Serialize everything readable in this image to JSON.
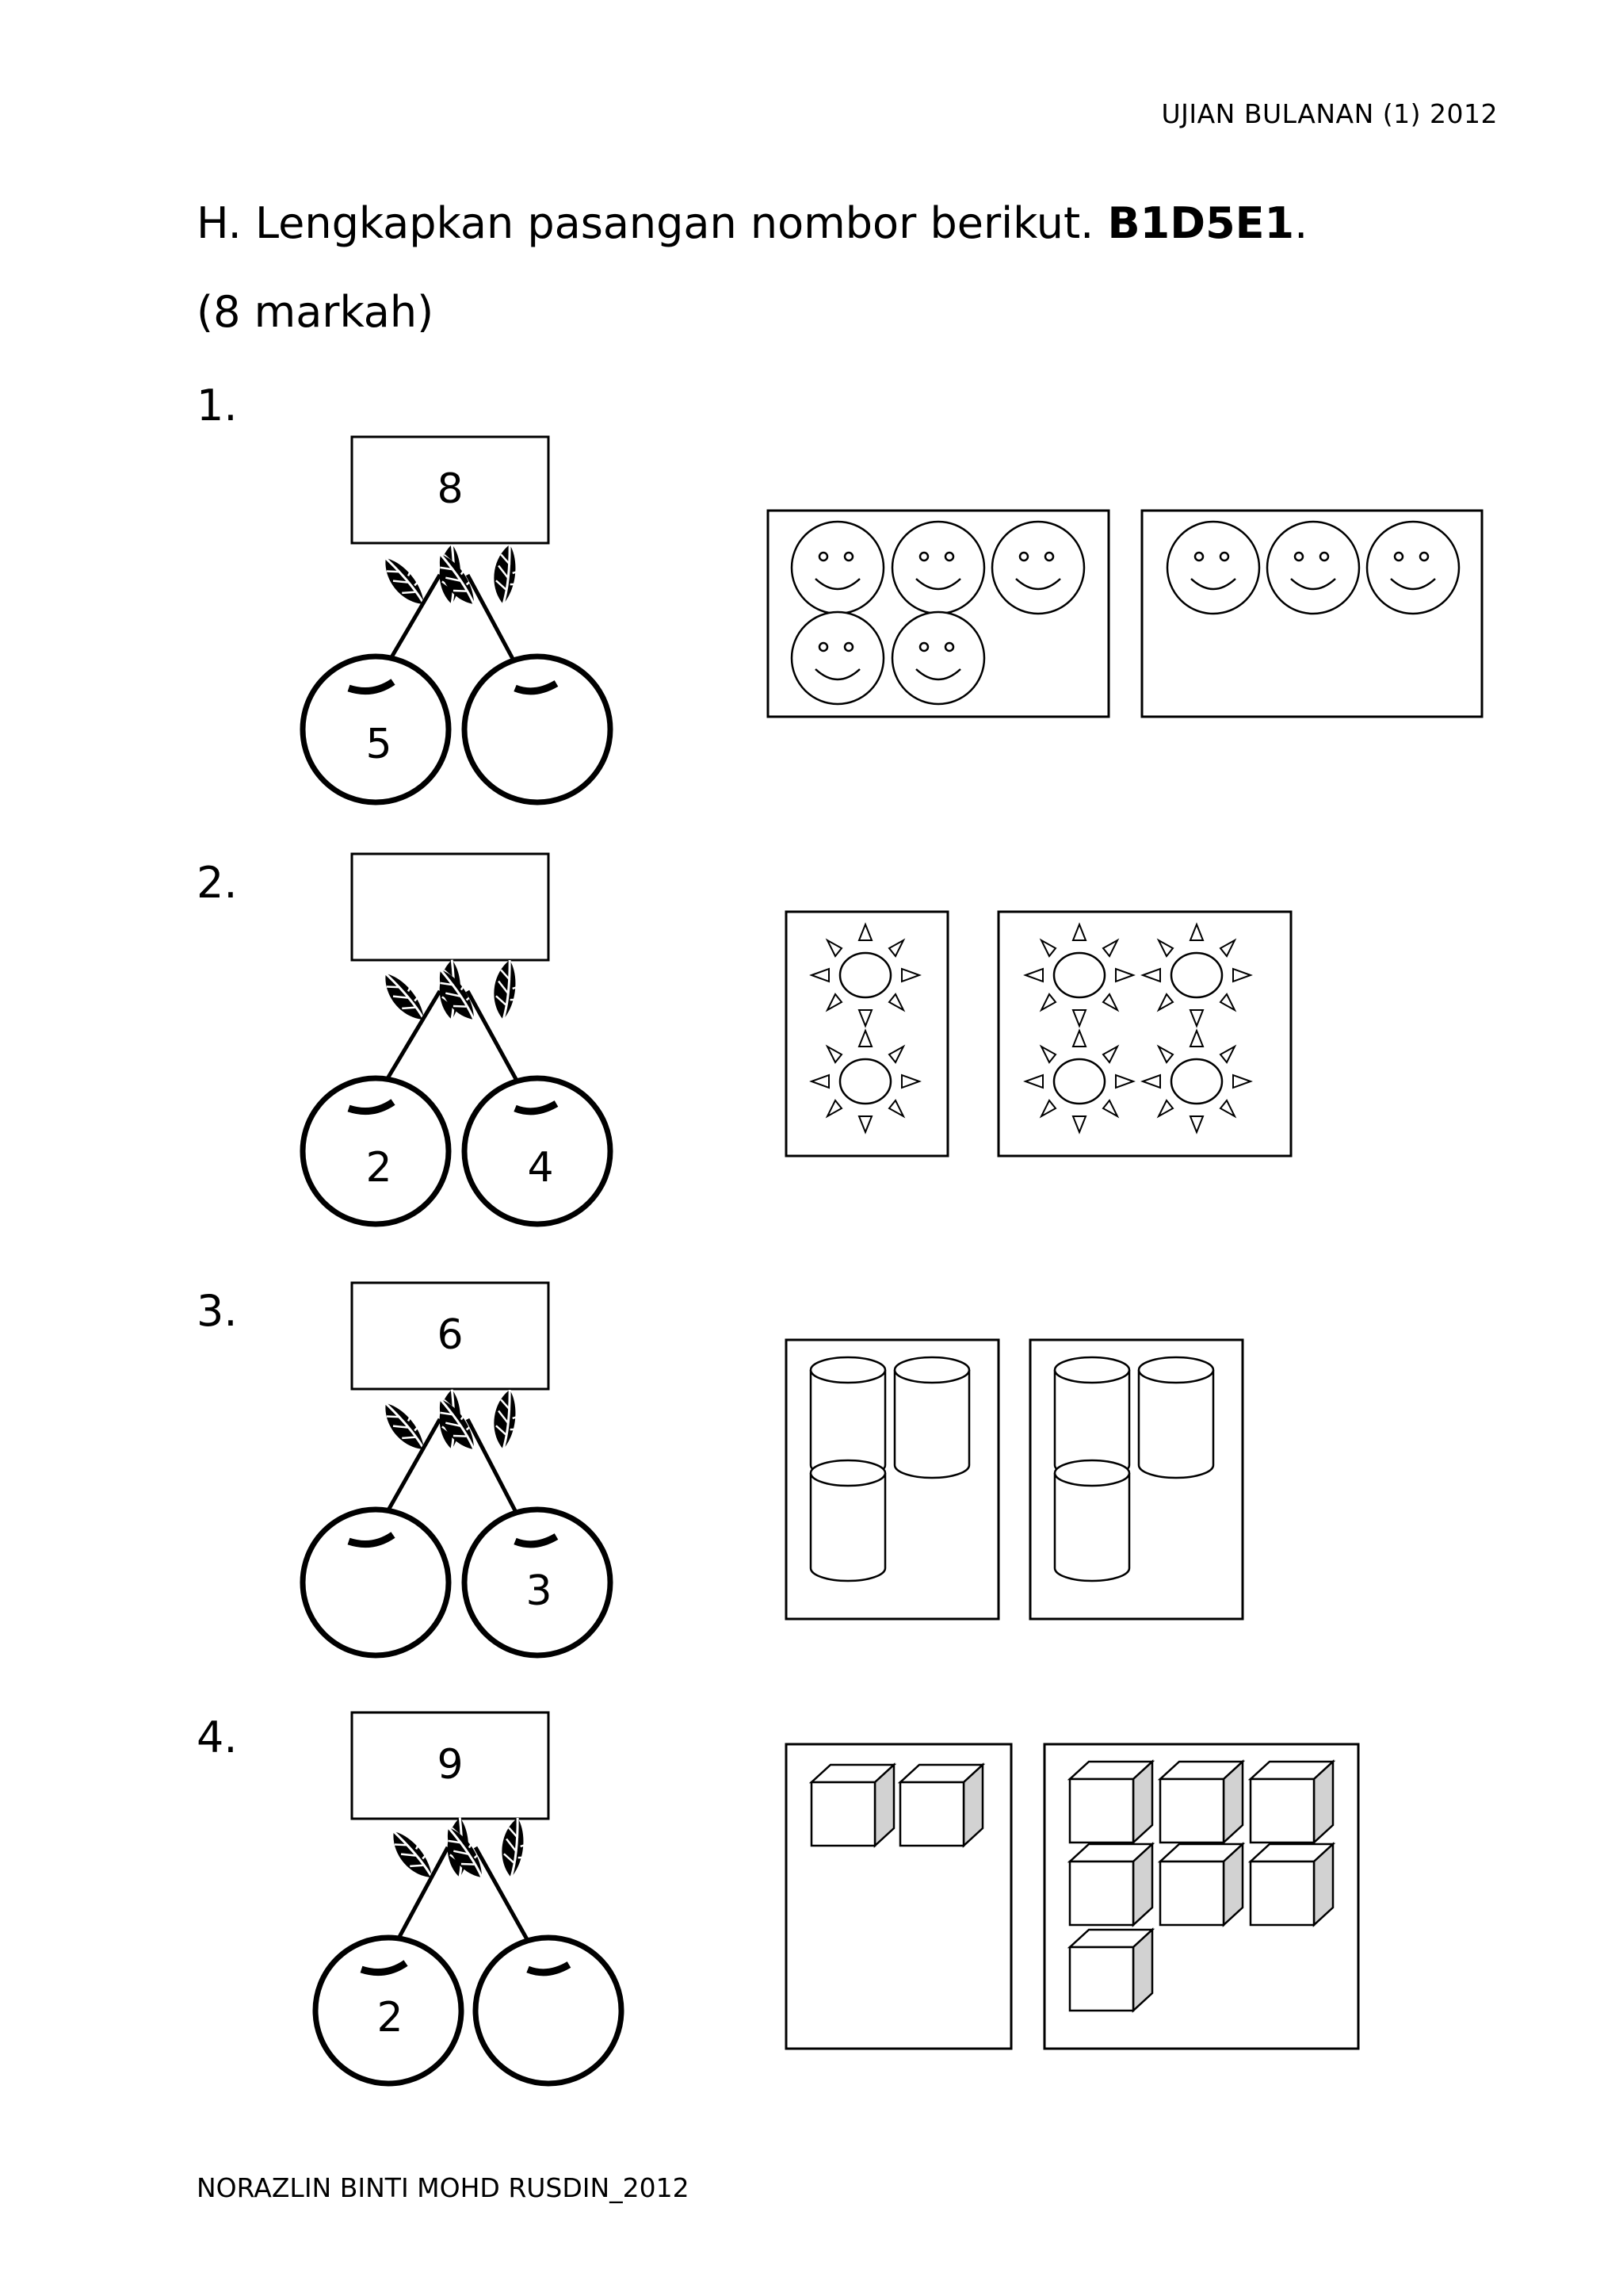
{
  "header": {
    "right_text": "UJIAN BULANAN (1) 2012"
  },
  "instruction": {
    "text": "H. Lengkapkan pasangan nombor berikut. ",
    "code": "B1D5E1",
    "suffix": "."
  },
  "marks": "(8 markah)",
  "questions": [
    {
      "number": "1.",
      "whole": "8",
      "left_part": "5",
      "right_part": "",
      "picture_left": {
        "icon": "smiley-face-icon",
        "count": 5
      },
      "picture_right": {
        "icon": "smiley-face-icon",
        "count": 3
      }
    },
    {
      "number": "2.",
      "whole": "",
      "left_part": "2",
      "right_part": "4",
      "picture_left": {
        "icon": "sun-icon",
        "count": 2
      },
      "picture_right": {
        "icon": "sun-icon",
        "count": 4
      }
    },
    {
      "number": "3.",
      "whole": "6",
      "left_part": "",
      "right_part": "3",
      "picture_left": {
        "icon": "cylinder-icon",
        "count": 3
      },
      "picture_right": {
        "icon": "cylinder-icon",
        "count": 3
      }
    },
    {
      "number": "4.",
      "whole": "9",
      "left_part": "2",
      "right_part": "",
      "picture_left": {
        "icon": "cube-icon",
        "count": 2
      },
      "picture_right": {
        "icon": "cube-icon",
        "count": 7
      }
    }
  ],
  "footer": {
    "author": "NORAZLIN BINTI MOHD RUSDIN_2012"
  }
}
